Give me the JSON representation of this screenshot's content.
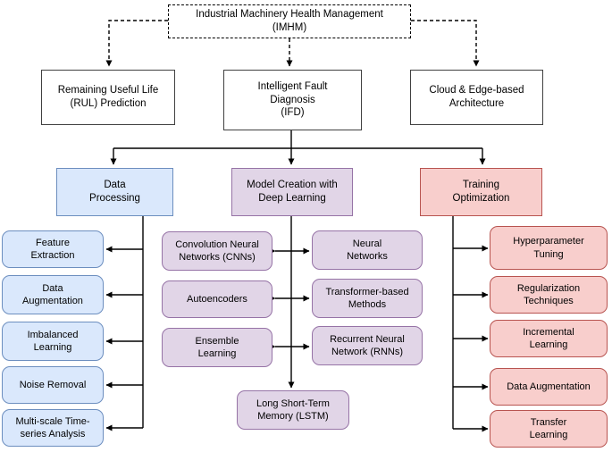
{
  "palette": {
    "blue_fill": "#dae8fc",
    "blue_border": "#6c8ebf",
    "purple_fill": "#e1d5e7",
    "purple_border": "#9673a6",
    "red_fill": "#f8cecc",
    "red_border": "#b85450",
    "line_color": "#000000",
    "box_border": "#404040"
  },
  "root": {
    "label": "Industrial Machinery Health Management\n(IMHM)"
  },
  "level2": {
    "rul": "Remaining Useful Life\n(RUL) Prediction",
    "ifd": "Intelligent Fault\nDiagnosis\n(IFD)",
    "cloud": "Cloud & Edge-based\nArchitecture"
  },
  "branches": {
    "data_processing": {
      "label": "Data\nProcessing",
      "children": [
        "Feature\nExtraction",
        "Data\nAugmentation",
        "Imbalanced\nLearning",
        "Noise Removal",
        "Multi-scale Time-\nseries Analysis"
      ]
    },
    "model_creation": {
      "label": "Model Creation with\nDeep Learning",
      "left_children": [
        "Convolution Neural\nNetworks (CNNs)",
        "Autoencoders",
        "Ensemble\nLearning"
      ],
      "right_children": [
        "Neural\nNetworks",
        "Transformer-based\nMethods",
        "Recurrent Neural\nNetwork (RNNs)"
      ],
      "bottom_child": "Long Short-Term\nMemory (LSTM)"
    },
    "training_optimization": {
      "label": "Training\nOptimization",
      "children": [
        "Hyperparameter\nTuning",
        "Regularization\nTechniques",
        "Incremental\nLearning",
        "Data Augmentation",
        "Transfer\nLearning"
      ]
    }
  }
}
